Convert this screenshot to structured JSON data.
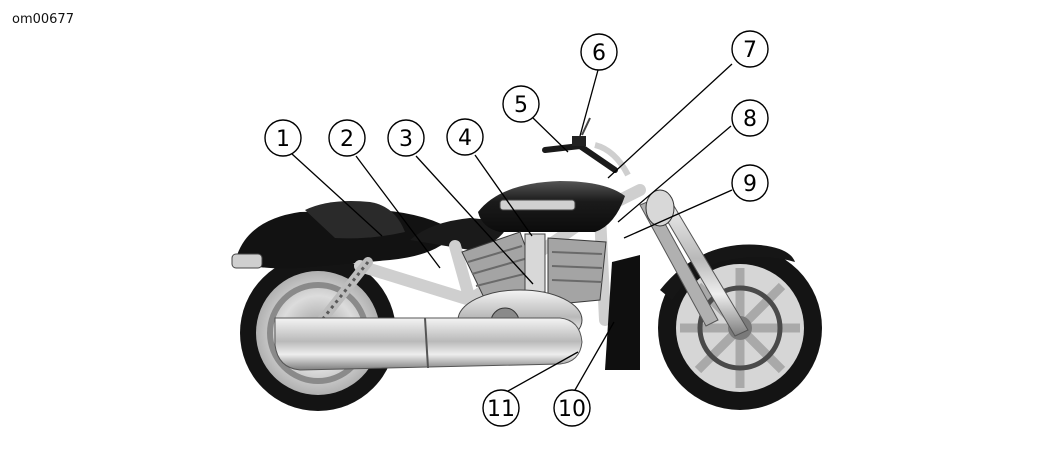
{
  "figure_id": "om00677",
  "callouts": [
    {
      "label": "1"
    },
    {
      "label": "2"
    },
    {
      "label": "3"
    },
    {
      "label": "4"
    },
    {
      "label": "5"
    },
    {
      "label": "6"
    },
    {
      "label": "7"
    },
    {
      "label": "8"
    },
    {
      "label": "9"
    },
    {
      "label": "10"
    },
    {
      "label": "11"
    }
  ],
  "colors": {
    "line": "#000000",
    "body": "#1c1c1c",
    "chrome": "#c8c8c8",
    "tire": "#141414"
  }
}
